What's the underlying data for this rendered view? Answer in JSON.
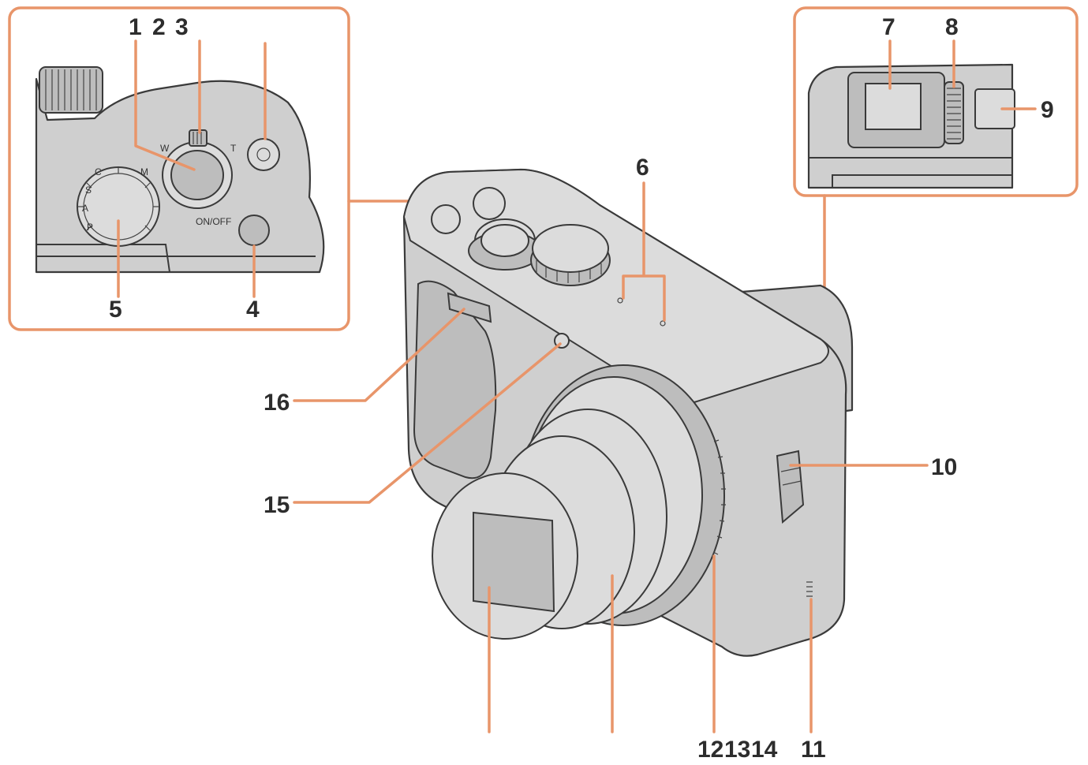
{
  "callouts": {
    "n1": "1",
    "n2": "2",
    "n3": "3",
    "n4": "4",
    "n5": "5",
    "n6": "6",
    "n7": "7",
    "n8": "8",
    "n9": "9",
    "n10": "10",
    "n11": "11",
    "n12": "12",
    "n13": "13",
    "n14": "14",
    "n15": "15",
    "n16": "16"
  },
  "top_view_labels": {
    "zoom_wide": "W",
    "zoom_tele": "T",
    "power": "ON/OFF"
  },
  "mode_dial_labels": [
    "C",
    "S",
    "A",
    "P",
    "M"
  ],
  "colors": {
    "leader": "#e8956a",
    "callout_text": "#2d2d2d",
    "body_fill": "#cfcfcf",
    "outline": "#3a3a3a"
  }
}
